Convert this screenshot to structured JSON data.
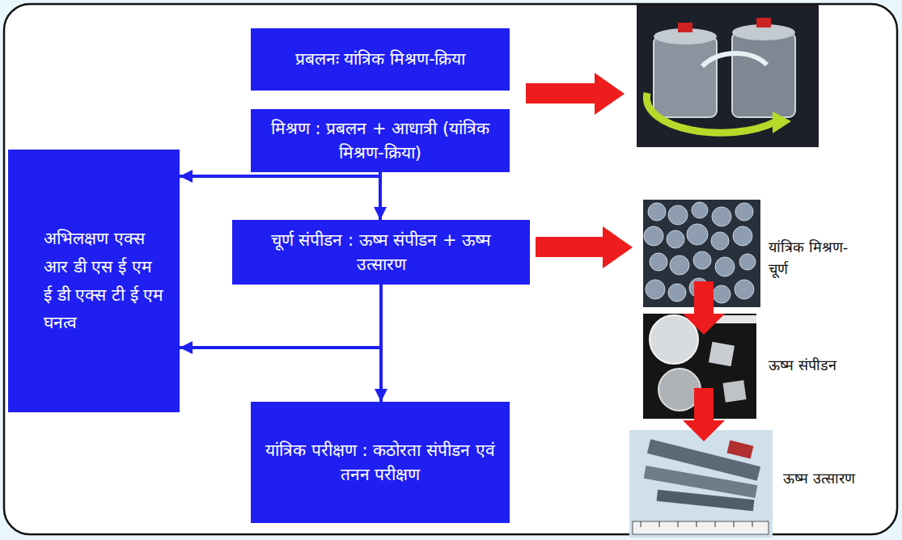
{
  "diagram": {
    "nodes": [
      {
        "text": [
          "प्रबलनः यांत्रिक मिश्रण-क्रिया"
        ]
      },
      {
        "text": [
          "मिश्रण : प्रबलन + आधात्री (यांत्रिक मिश्रण-क्रिया)"
        ]
      },
      {
        "text": [
          "चूर्ण संपीडन : ऊष्म संपीडन + ऊष्म उत्सारण"
        ]
      },
      {
        "text": [
          "यांत्रिक परीक्षण : कठोरता संपीडन एवं तनन परीक्षण"
        ]
      },
      {
        "text": [
          "अभिलक्षण एक्स आर डी एस ई एम ई डी एक्स टी ई एम घनत्व"
        ]
      }
    ],
    "edges": [
      {
        "from": 1,
        "to": 2,
        "arrow": "to"
      },
      {
        "from": 2,
        "to": 3,
        "arrow": "to"
      },
      {
        "from": 1,
        "to": 4,
        "arrow": "to"
      },
      {
        "from": 2,
        "to": 4,
        "arrow": "to"
      }
    ],
    "labels": [
      "यांत्रिक मिश्रण-चूर्ण",
      "ऊष्म संपीडन",
      "ऊष्म उत्सारण"
    ]
  }
}
